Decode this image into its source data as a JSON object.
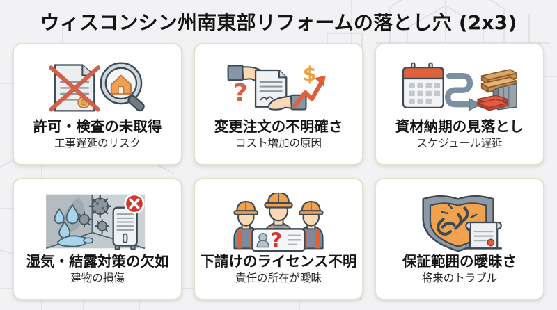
{
  "header": {
    "title": "ウィスコンシン州南東部リフォームの落とし穴 (2x3)"
  },
  "theme": {
    "background": "#f2f2f4",
    "card_background": "#ffffff",
    "card_border": "#e6dfcc",
    "title_color": "#141414",
    "accent_orange": "#f0a055",
    "accent_red": "#e05a3c",
    "accent_slate": "#7b8fa3",
    "accent_gray": "#9aa5ad"
  },
  "cards": [
    {
      "icon": "crossed-permit-document-with-house-magnifier-icon",
      "title": "許可・検査の未取得",
      "subtitle": "工事遅延のリスク"
    },
    {
      "icon": "hands-exchanging-contract-with-question-and-rising-cost-icon",
      "title": "変更注文の不明確さ",
      "subtitle": "コスト増加の原因"
    },
    {
      "icon": "calendar-arrow-building-materials-icon",
      "title": "資材納期の見落とし",
      "subtitle": "スケジュール遅延"
    },
    {
      "icon": "damp-wall-mold-dehumidifier-blocked-icon",
      "title": "湿気・結露対策の欠如",
      "subtitle": "建物の損傷"
    },
    {
      "icon": "three-construction-workers-with-unknown-id-card-icon",
      "title": "下請けのライセンス不明",
      "subtitle": "責任の所在が曖昧"
    },
    {
      "icon": "shield-broken-chain-with-certificate-icon",
      "title": "保証範囲の曖昧さ",
      "subtitle": "将来のトラブル"
    }
  ]
}
